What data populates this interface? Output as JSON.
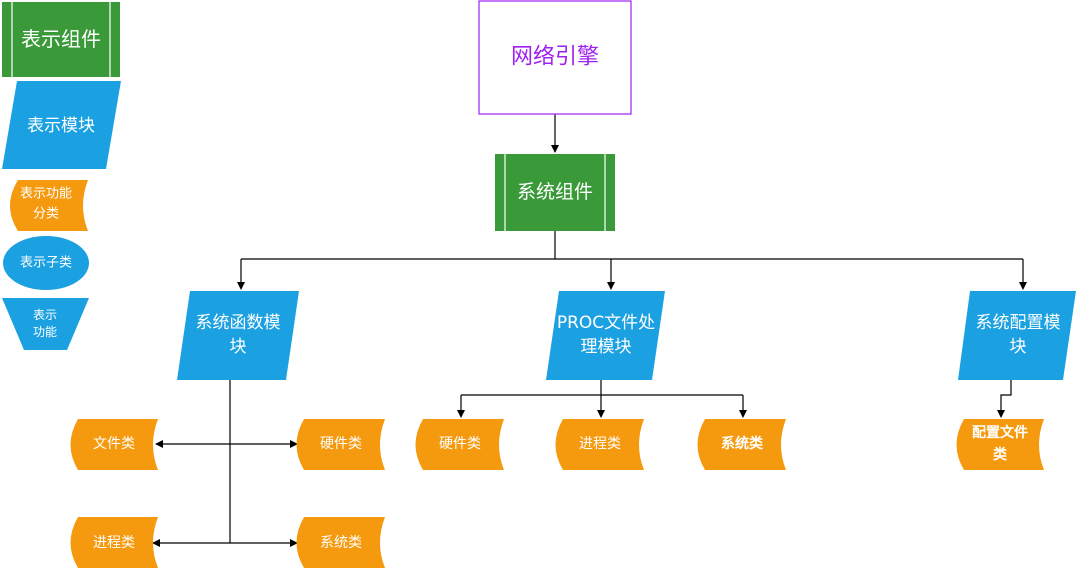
{
  "colors": {
    "component_green": "#3a9a3a",
    "module_blue": "#1ba1e2",
    "category_orange": "#f59a0e",
    "engine_purple": "#a020f0",
    "line": "#000000"
  },
  "legend": {
    "component": "表示组件",
    "module": "表示模块",
    "category_l1": "表示功能",
    "category_l2": "分类",
    "subclass": "表示子类",
    "function_l1": "表示",
    "function_l2": "功能"
  },
  "nodes": {
    "engine": "网络引擎",
    "system_component": "系统组件",
    "mod_func_l1": "系统函数模",
    "mod_func_l2": "块",
    "mod_proc_l1": "PROC文件处",
    "mod_proc_l2": "理模块",
    "mod_cfg_l1": "系统配置模",
    "mod_cfg_l2": "块",
    "func_file": "文件类",
    "func_hw": "硬件类",
    "func_proc": "进程类",
    "func_sys": "系统类",
    "proc_hw": "硬件类",
    "proc_proc": "进程类",
    "proc_sys": "系统类",
    "cfg_file_l1": "配置文件",
    "cfg_file_l2": "类"
  }
}
